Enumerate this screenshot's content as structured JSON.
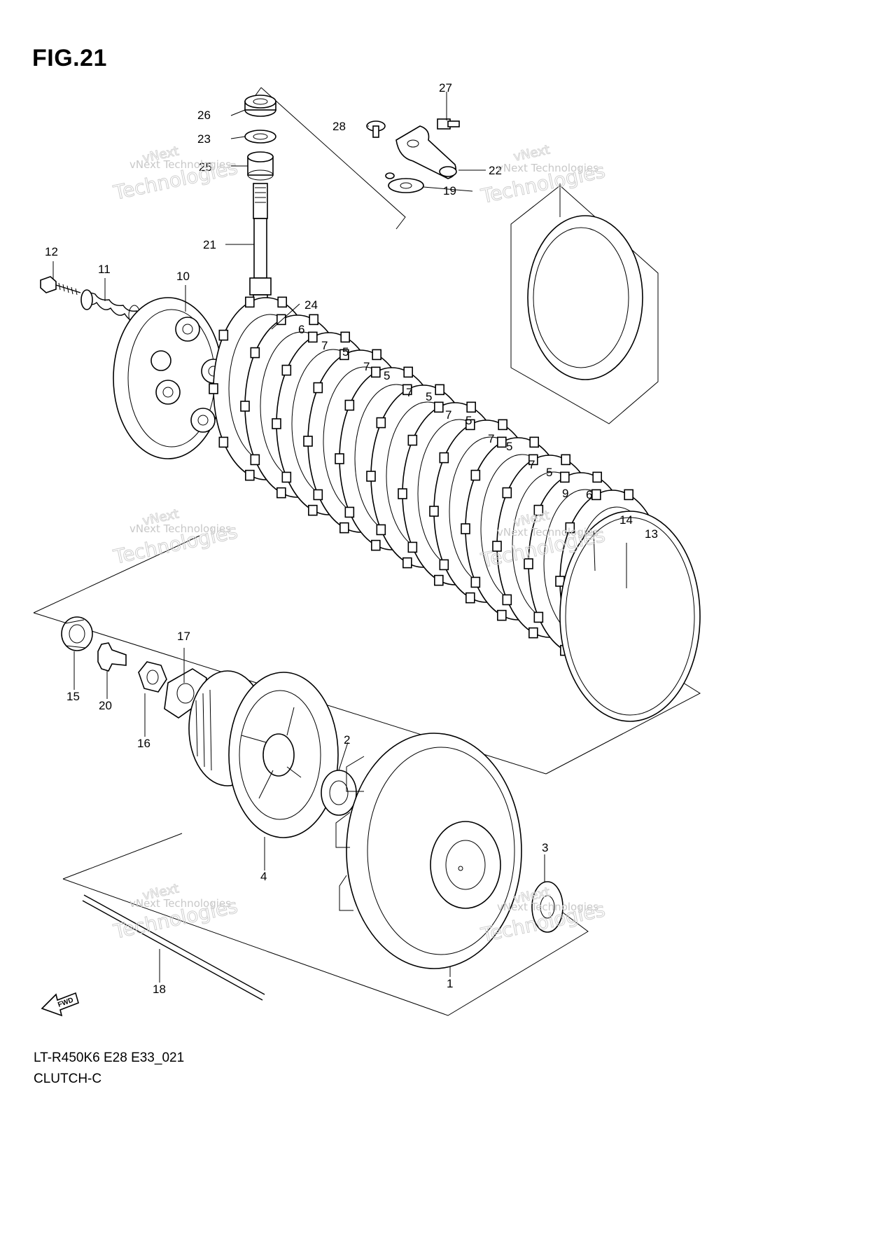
{
  "figure": {
    "title": "FIG.21",
    "model_code": "LT-R450K6 E28 E33_021",
    "name": "CLUTCH-C"
  },
  "watermark": {
    "line1": "vNext Technologies",
    "line2": "vNext",
    "line3": "Technologies"
  },
  "callouts": [
    "1",
    "2",
    "3",
    "4",
    "5",
    "6",
    "7",
    "9",
    "10",
    "11",
    "12",
    "13",
    "14",
    "15",
    "16",
    "17",
    "18",
    "19",
    "20",
    "21",
    "22",
    "23",
    "24",
    "25",
    "26",
    "27",
    "28"
  ],
  "callout_list": {
    "c1": "1",
    "c2": "2",
    "c3": "3",
    "c4": "4",
    "c5": "5",
    "c6": "6",
    "c7": "7",
    "c9": "9",
    "c10": "10",
    "c11": "11",
    "c12": "12",
    "c13": "13",
    "c14": "14",
    "c15": "15",
    "c16": "16",
    "c17": "17",
    "c18": "18",
    "c19": "19",
    "c20": "20",
    "c21": "21",
    "c22": "22",
    "c23": "23",
    "c24": "24",
    "c25": "25",
    "c26": "26",
    "c27": "27",
    "c28": "28"
  },
  "fwd_arrow_label": "FWD"
}
